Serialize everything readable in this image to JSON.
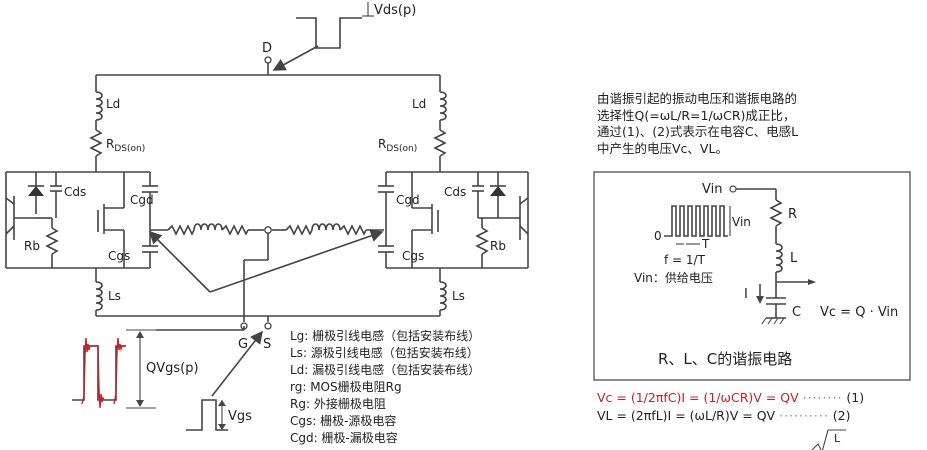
{
  "labels": {
    "vds": "Vds(p)",
    "d": "D",
    "ld": "Ld",
    "rds": "R",
    "rds_sub": "DS(on)",
    "cds": "Cds",
    "cgd": "Cgd",
    "cgs": "Cgs",
    "rb": "Rb",
    "ls": "Ls",
    "g": "G",
    "s": "S",
    "qvgs": "QVgs(p)",
    "vgs": "Vgs"
  },
  "legend": [
    "Lg: 栅极引线电感（包括安装布线）",
    "Ls: 源极引线电感（包括安装布线）",
    "Ld: 漏极引线电感（包括安装布线）",
    "rg: MOS栅极电阻Rg",
    "Rg: 外接栅极电阻",
    "Cgs: 栅极-源极电容",
    "Cgd: 栅极-漏极电容"
  ],
  "explanation": [
    "由谐振引起的振动电压和谐振电路的",
    "选择性Q(=ωL/R=1/ωCR)成正比，",
    "通过(1)、(2)式表示在电容C、电感L",
    "中产生的电压Vc、VL。"
  ],
  "rlc": {
    "vin": "Vin",
    "vin_pulse": "Vin",
    "zero": "0",
    "t": "T",
    "freq": "f = 1/T",
    "vin_desc": "Vin：供给电压",
    "r": "R",
    "l": "L",
    "c": "C",
    "i": "I",
    "vc": "Vc = Q · Vin",
    "caption": "R、L、C的谐振电路"
  },
  "formulas": {
    "f1": "Vc = (1/2πfC)I = (1/ωCR)V = QV",
    "f1_num": "(1)",
    "f2": "VL = (2πfL)I = (ωL/R)V = QV",
    "f2_num": "(2)",
    "f3_partial": "L"
  },
  "colors": {
    "red": "#c8202a",
    "line": "#444444",
    "text": "#222222"
  }
}
